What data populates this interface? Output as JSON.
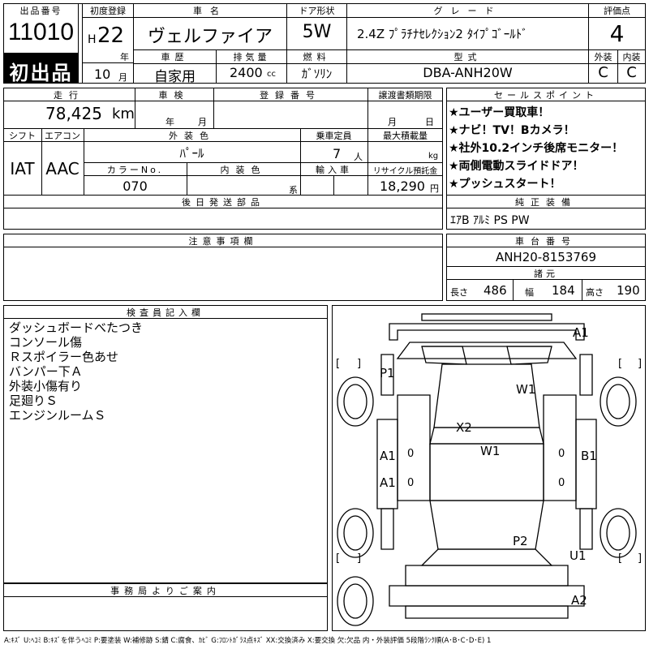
{
  "top": {
    "lot_number_label": "出品番号",
    "lot_number": "11010",
    "first_listing": "初出品",
    "first_reg_label": "初度登録",
    "era_prefix": "H",
    "reg_year": "22",
    "year_unit": "年",
    "reg_month": "10",
    "month_unit": "月",
    "car_name_label": "車名",
    "car_name": "ヴェルファイア",
    "door_label": "ドア形状",
    "door": "5W",
    "grade_label": "グレード",
    "grade": "2.4Z ﾌﾟﾗﾁﾅｾﾚｸｼｮﾝ2 ﾀｲﾌﾟｺﾞｰﾙﾄﾞ",
    "score_label": "評価点",
    "score": "4",
    "history_label": "車歴",
    "history": "自家用",
    "displacement_label": "排気量",
    "displacement": "2400",
    "displacement_unit": "cc",
    "fuel_label": "燃料",
    "fuel": "ｶﾞｿﾘﾝ",
    "model_label": "型式",
    "model": "DBA-ANH20W",
    "exterior_label": "外装",
    "exterior": "C",
    "interior_label": "内装",
    "interior": "C"
  },
  "middle": {
    "mileage_label": "走行",
    "mileage": "78,425",
    "mileage_unit": "km",
    "inspection_label": "車検",
    "year_unit": "年",
    "month_unit": "月",
    "reg_no_label": "登録番号",
    "transfer_label": "譲渡書類期限",
    "shift_label": "シフト",
    "shift": "IAT",
    "ac_label": "エアコン",
    "ac": "AAC",
    "color_label": "外装色",
    "color": "ﾊﾟｰﾙ",
    "capacity_label": "乗車定員",
    "capacity": "7",
    "capacity_unit": "人",
    "load_label": "最大積載量",
    "load_unit": "kg",
    "color_no_label": "カラーNo.",
    "color_no": "070",
    "interior_color_label": "内装色",
    "interior_color_unit": "系",
    "import_label": "輸入車",
    "recycle_label": "リサイクル預託金",
    "recycle": "18,290",
    "recycle_unit": "円",
    "later_parts_label": "後日発送部品"
  },
  "sales_points": {
    "label": "セールスポイント",
    "items": [
      "★ユーザー買取車！",
      "★ナビ！TV！Bカメラ！",
      "★社外10.2インチ後席モニター！",
      "★両側電動スライドドア！",
      "★プッシュスタート！"
    ]
  },
  "equipment": {
    "label": "純正装備",
    "value": "ｴｱB ｱﾙﾐ PS PW"
  },
  "notes": {
    "label": "注意事項欄"
  },
  "chassis": {
    "label": "車台番号",
    "value": "ANH20-8153769",
    "spec_label": "諸元",
    "length_label": "長さ",
    "length": "486",
    "width_label": "幅",
    "width": "184",
    "height_label": "高さ",
    "height": "190"
  },
  "inspector": {
    "label": "検査員記入欄",
    "lines": [
      "ダッシュボードべたつき",
      "コンソール傷",
      "Ｒスポイラー色あせ",
      "バンパー下Ａ",
      "外装小傷有り",
      "足廻りＳ",
      "エンジンルームＳ"
    ]
  },
  "office": {
    "label": "事務局よりご案内"
  },
  "diagram": {
    "marks": [
      "A1",
      "P1",
      "W1",
      "X2",
      "A1",
      "W1",
      "B1",
      "A1",
      "P2",
      "U1",
      "A2"
    ],
    "bracket_open": "[",
    "bracket_close": "]",
    "zero": "0"
  },
  "legend": "A:ｷｽﾞ U:ﾍｺﾐ B:ｷｽﾞを伴うﾍｺﾐ P:要塗装 W:補修跡 S:錆 C:腐食、ｶﾋﾞ G:ﾌﾛﾝﾄｶﾞﾗｽ点ｷｽﾞ XX:交換済み X:要交換 欠:欠品 内・外装評価 5段階ﾗﾝｸ順(A･B･C･D･E) 1"
}
